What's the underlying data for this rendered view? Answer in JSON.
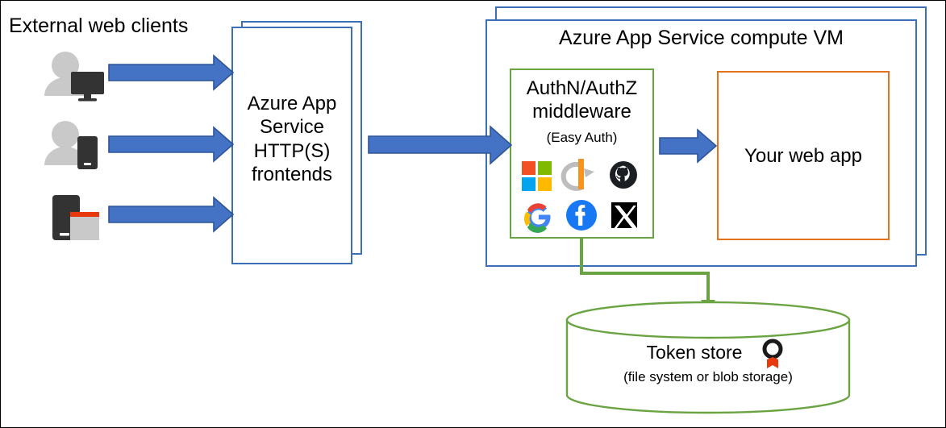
{
  "diagram": {
    "title": "Azure App Service authentication (Easy Auth) architecture",
    "sections": {
      "external_clients_label": "External web clients",
      "frontends_label": "Azure App Service\nHTTP(S)\nfrontends",
      "vm_label": "Azure App Service compute VM",
      "middleware_label": "AuthN/AuthZ\nmiddleware",
      "middleware_sublabel": "(Easy Auth)",
      "webapp_label": "Your web app",
      "token_store_label": "Token store",
      "token_store_sublabel": "(file system or blob storage)"
    },
    "clients": [
      {
        "name": "person-with-desktop-computer"
      },
      {
        "name": "person-with-mobile-phone"
      },
      {
        "name": "mobile-device-with-browser-window"
      }
    ],
    "identity_providers": [
      {
        "name": "microsoft",
        "label": "Microsoft"
      },
      {
        "name": "openid-connect",
        "label": "OpenID Connect"
      },
      {
        "name": "github",
        "label": "GitHub"
      },
      {
        "name": "google",
        "label": "Google"
      },
      {
        "name": "facebook",
        "label": "Facebook"
      },
      {
        "name": "x-twitter",
        "label": "X"
      }
    ],
    "flows": [
      {
        "from": "client-desktop",
        "to": "frontends",
        "style": "block-arrow",
        "color": "#4472C4"
      },
      {
        "from": "client-phone",
        "to": "frontends",
        "style": "block-arrow",
        "color": "#4472C4"
      },
      {
        "from": "client-device",
        "to": "frontends",
        "style": "block-arrow",
        "color": "#4472C4"
      },
      {
        "from": "frontends",
        "to": "middleware",
        "style": "block-arrow",
        "color": "#4472C4"
      },
      {
        "from": "middleware",
        "to": "webapp",
        "style": "block-arrow",
        "color": "#4472C4"
      },
      {
        "from": "middleware",
        "to": "token-store",
        "style": "elbow-connector",
        "color": "#6AA442"
      }
    ],
    "colors": {
      "azure_blue": "#3B6FB6",
      "arrow_blue": "#4472C4",
      "arrow_blue_stroke": "#2F5597",
      "green": "#6AA442",
      "orange": "#E2721B",
      "client_grey": "#C9C9C9",
      "client_dark": "#333333",
      "ms_red": "#F25022",
      "ms_green": "#7FBA00",
      "ms_blue": "#00A4EF",
      "ms_yellow": "#FFB900",
      "oidc_orange": "#F7931E",
      "oidc_grey": "#BDBDBD",
      "github_black": "#1B1F23",
      "facebook_blue": "#1877F2",
      "google_blue": "#4285F4",
      "google_red": "#EA4335",
      "google_yellow": "#FBBC05",
      "google_green": "#34A853",
      "badge_orange": "#E8380D"
    }
  }
}
